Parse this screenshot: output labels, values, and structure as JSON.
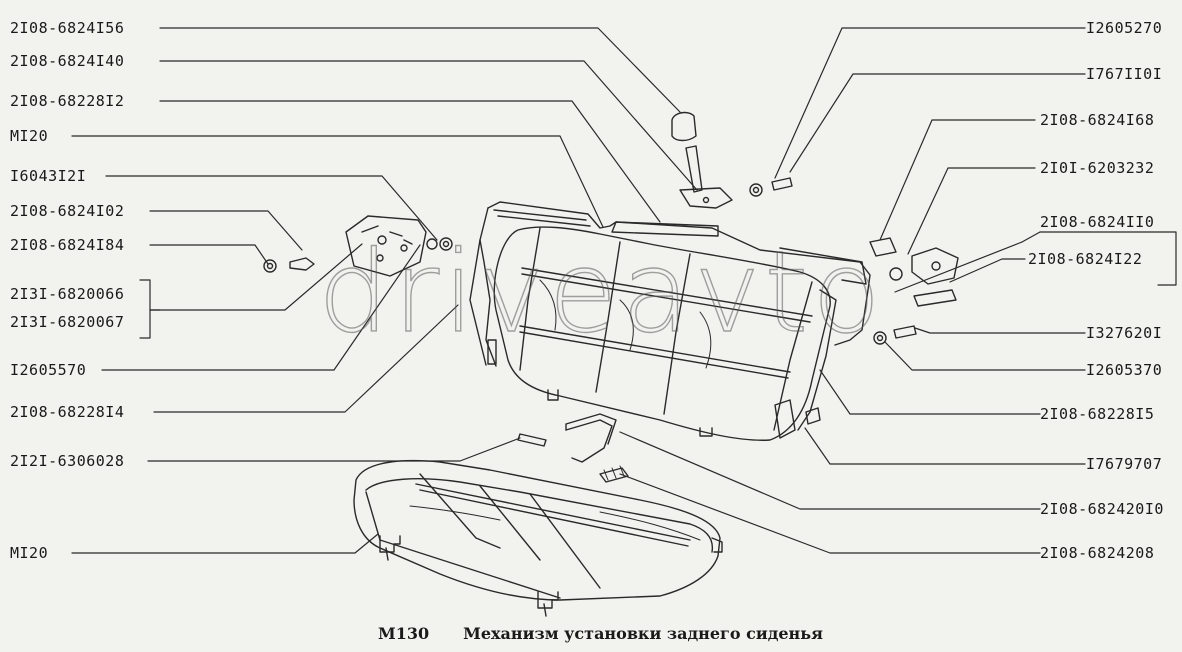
{
  "watermark": "driveavto",
  "caption": {
    "code": "M130",
    "title": "Механизм установки заднего сиденья"
  },
  "labels_left": [
    "2I08-6824I56",
    "2I08-6824I40",
    "2I08-68228I2",
    "MI20",
    "I6043I2I",
    "2I08-6824I02",
    "2I08-6824I84",
    "2I3I-6820066",
    "2I3I-6820067",
    "I2605570",
    "2I08-68228I4",
    "2I2I-6306028",
    "MI20"
  ],
  "labels_right": [
    "I2605270",
    "I767II0I",
    "2I08-6824I68",
    "2I0I-6203232",
    "2I08-6824II0",
    "2I08-6824I22",
    "I327620I",
    "I2605370",
    "2I08-68228I5",
    "I7679707",
    "2I08-682420I0",
    "2I08-6824208"
  ]
}
